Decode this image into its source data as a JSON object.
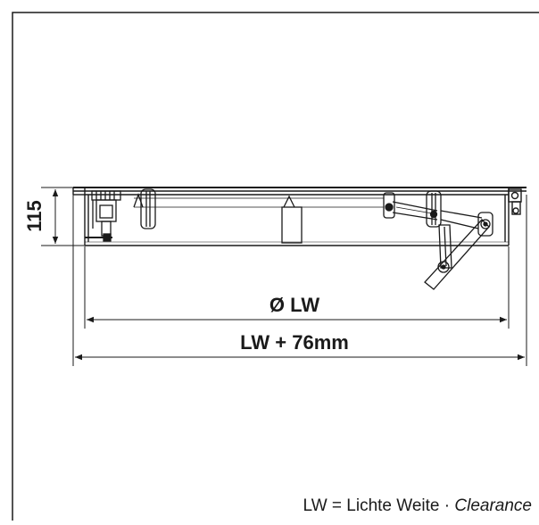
{
  "drawing": {
    "height_dim": "115",
    "clear_width_dim": "Ø LW",
    "overall_width_dim": "LW + 76mm",
    "legend": {
      "prefix": "LW = Lichte Weite · ",
      "translation": "Clearance"
    }
  },
  "colors": {
    "line": "#1a1a1a",
    "background": "#ffffff"
  }
}
